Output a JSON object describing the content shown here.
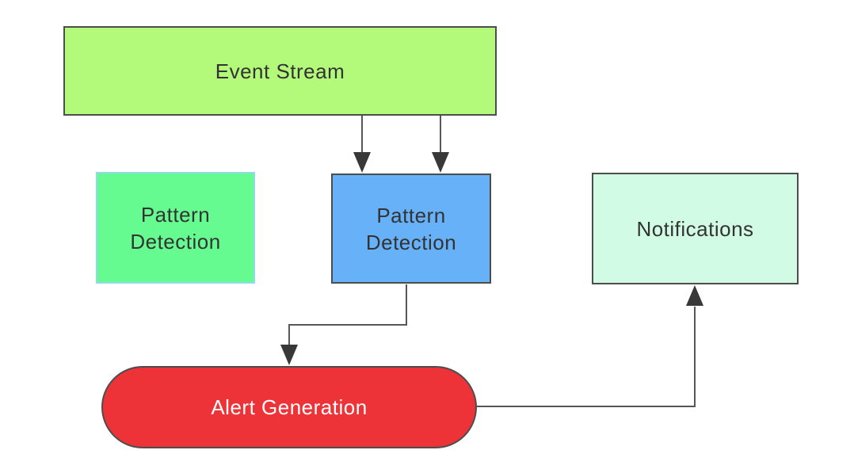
{
  "diagram": {
    "type": "flowchart",
    "background": "#ffffff",
    "connector_color": "#575757",
    "arrowhead_color": "#383838",
    "nodes": {
      "event_stream": {
        "label": "Event Stream",
        "shape": "rectangle",
        "fill": "#b3fa7b",
        "border": "#4d4d4d",
        "text_color": "#333333"
      },
      "pattern_detection_left": {
        "label": "Pattern Detection",
        "shape": "rectangle",
        "fill": "#66fb90",
        "border": "#8edce8",
        "text_color": "#333333"
      },
      "pattern_detection_center": {
        "label": "Pattern Detection",
        "shape": "rectangle",
        "fill": "#67b1f9",
        "border": "#4d4d4d",
        "text_color": "#333333"
      },
      "notifications": {
        "label": "Notifications",
        "shape": "rectangle",
        "fill": "#d1fbe4",
        "border": "#4d4d4d",
        "text_color": "#333333"
      },
      "alert_generation": {
        "label": "Alert Generation",
        "shape": "stadium",
        "fill": "#ee3338",
        "border": "#4d4d4d",
        "text_color": "#ffffff"
      }
    },
    "edges": [
      {
        "from": "event_stream",
        "to": "pattern_detection_center",
        "style": "straight-arrow-down"
      },
      {
        "from": "event_stream",
        "to": "pattern_detection_center",
        "style": "straight-arrow-down"
      },
      {
        "from": "pattern_detection_center",
        "to": "alert_generation",
        "style": "elbow-arrow"
      },
      {
        "from": "alert_generation",
        "to": "notifications",
        "style": "elbow-arrow"
      }
    ]
  }
}
